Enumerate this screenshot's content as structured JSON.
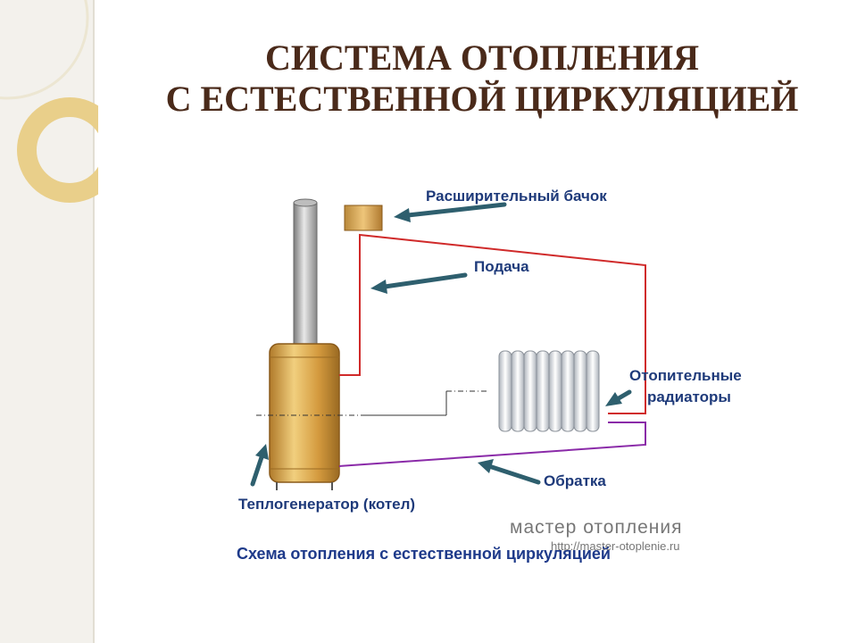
{
  "slide": {
    "title_line1": "СИСТЕМА ОТОПЛЕНИЯ",
    "title_line2": "С ЕСТЕСТВЕННОЙ ЦИРКУЛЯЦИЕЙ"
  },
  "diagram": {
    "labels": {
      "expansion_tank": "Расширительный бачок",
      "supply": "Подача",
      "radiators_line1": "Отопительные",
      "radiators_line2": "радиаторы",
      "return": "Обратка",
      "boiler": "Теплогенератор (котел)"
    },
    "watermark": {
      "brand": "мастер отопления",
      "url": "http://master-otoplenie.ru"
    },
    "caption": "Схема отопления с естественной циркуляцией",
    "colors": {
      "supply_pipe": "#d02a2a",
      "return_pipe": "#8a2aa8",
      "arrow": "#2e5f6e",
      "label_text": "#1e3a7a",
      "title_text": "#4a2a1a",
      "boiler_gold": "#d9a44a",
      "chimney_gray": "#9a9a9a"
    }
  }
}
